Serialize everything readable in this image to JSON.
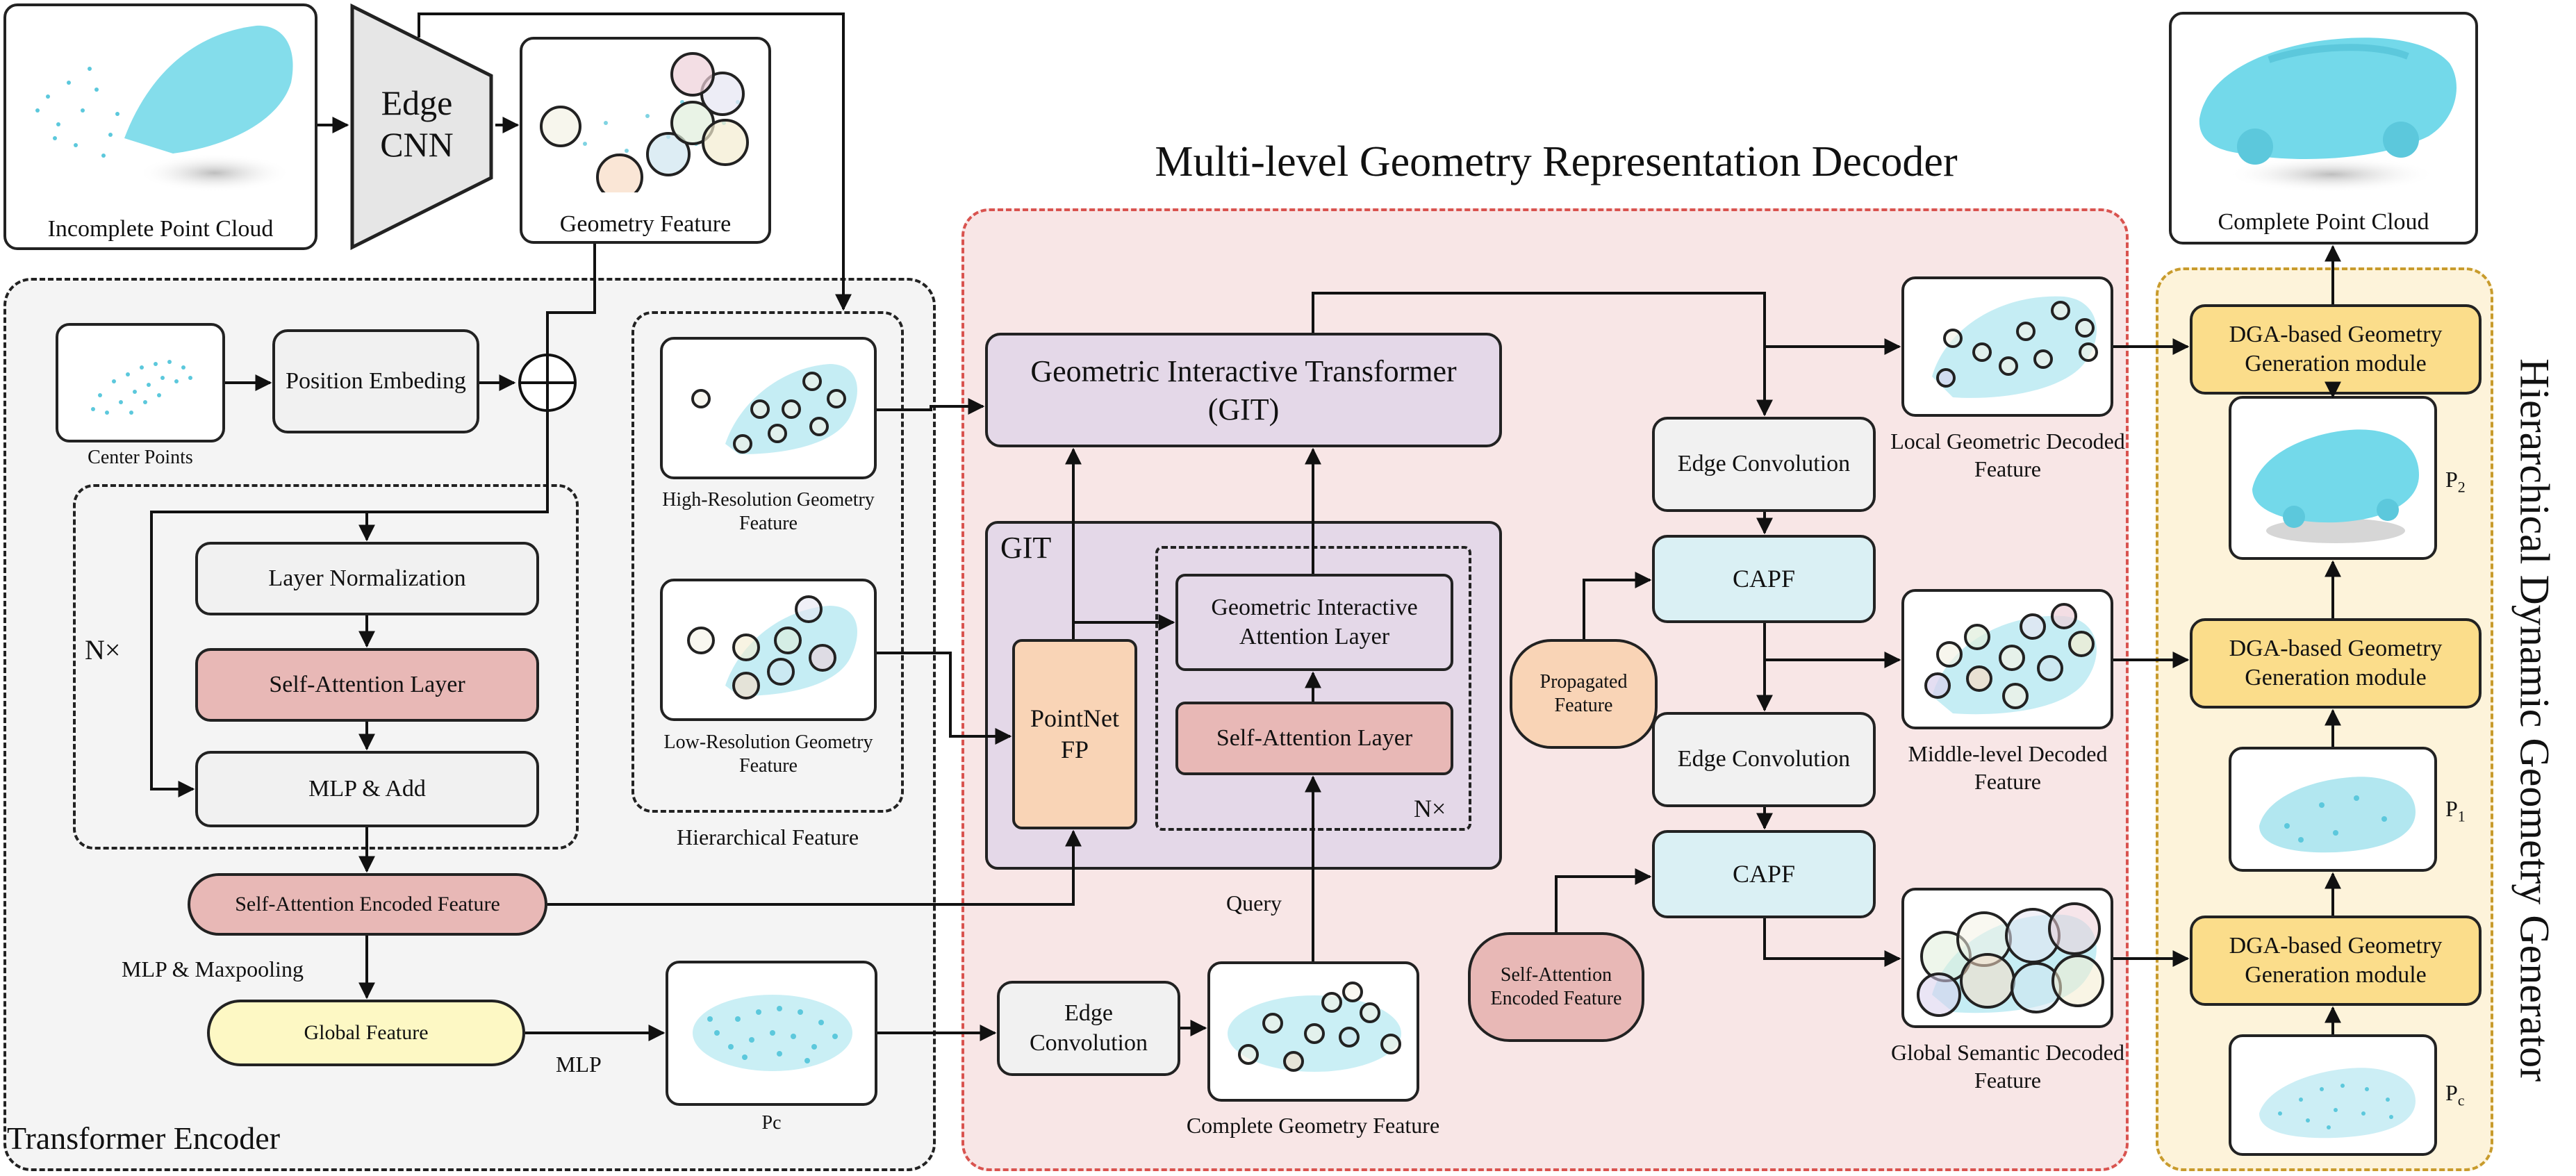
{
  "title_decoder": "Multi-level Geometry Representation Decoder",
  "title_generator": "Hierarchical Dynamic Geometry Generator",
  "label_encoder": "Transformer Encoder",
  "input": {
    "label": "Incomplete Point Cloud"
  },
  "edgecnn": {
    "label": "Edge CNN"
  },
  "geometry_feature": {
    "label": "Geometry Feature"
  },
  "center_points": {
    "label": "Center Points"
  },
  "position_embedding": {
    "label": "Position Embeding"
  },
  "encoder_block": {
    "repeat": "N×",
    "layer_norm": "Layer Normalization",
    "self_attention": "Self-Attention Layer",
    "mlp_add": "MLP & Add"
  },
  "sa_encoded_feature": "Self-Attention Encoded Feature",
  "mlp_maxpool": "MLP & Maxpooling",
  "global_feature": "Global Feature",
  "mlp": "MLP",
  "pc_label": "Pc",
  "hierarchical": {
    "label": "Hierarchical Feature",
    "high_res": "High-Resolution Geometry Feature",
    "low_res": "Low-Resolution Geometry Feature"
  },
  "git_main": "Geometric Interactive Transformer (GIT)",
  "git_block": {
    "label": "GIT",
    "pointnet": "PointNet FP",
    "gia_layer": "Geometric Interactive Attention Layer",
    "self_attention": "Self-Attention Layer",
    "repeat": "N×"
  },
  "query": "Query",
  "edge_conv": "Edge Convolution",
  "complete_geometry_feature": "Complete Geometry Feature",
  "capf": "CAPF",
  "propagated_feature": "Propagated Feature",
  "sa_encoded_feature_small": "Self-Attention Encoded Feature",
  "local_decoded": "Local Geometric Decoded Feature",
  "middle_decoded": "Middle-level Decoded Feature",
  "global_decoded": "Global Semantic Decoded Feature",
  "dga_module": "DGA-based Geometry Generation module",
  "complete_point_cloud": "Complete Point Cloud",
  "p2": "P2",
  "p1": "P1",
  "pc": "Pc",
  "colors": {
    "encoder_bg": "#f4f4f4",
    "decoder_bg": "#f8e6e6",
    "decoder_border": "#d9534f",
    "generator_bg": "#fdf3da",
    "generator_border": "#c89b2c",
    "points": "#5cc8dc"
  }
}
